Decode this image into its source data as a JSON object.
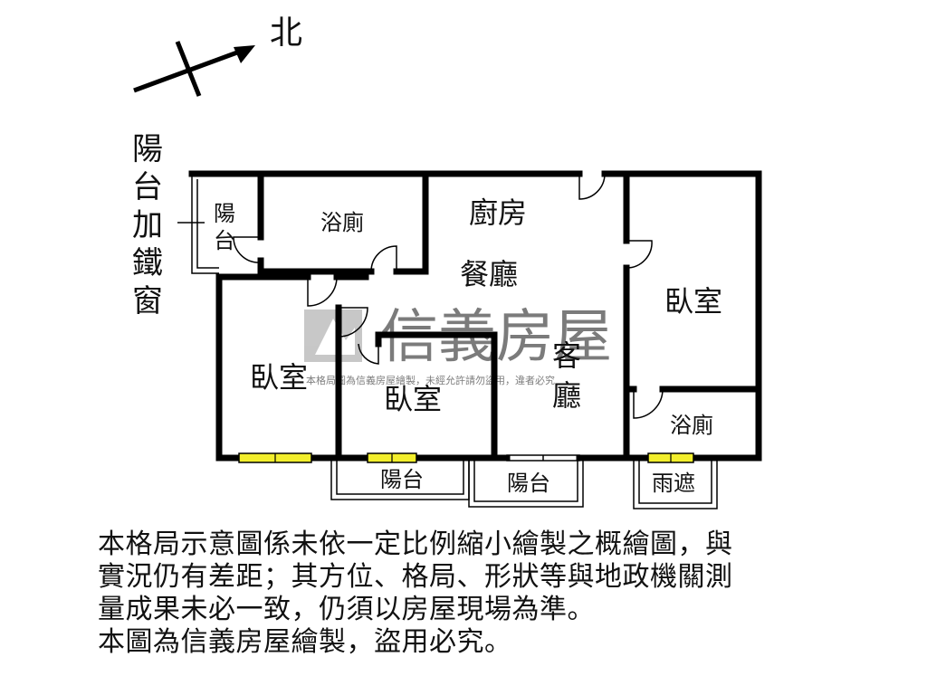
{
  "compass": {
    "north": "北"
  },
  "balcony_note": [
    "陽",
    "台",
    "加",
    "鐵",
    "窗"
  ],
  "rooms": {
    "balcony_left": [
      "陽",
      "台"
    ],
    "bath_top": "浴廁",
    "kitchen": "廚房",
    "dining": "餐廳",
    "bedroom_right": "臥室",
    "bedroom_left": "臥室",
    "bedroom_mid": "臥室",
    "living": [
      "客",
      "廳"
    ],
    "bath_right": "浴廁",
    "balcony_bottom_1": "陽台",
    "balcony_bottom_2": "陽台",
    "canopy": "雨遮"
  },
  "watermark": {
    "brand": "信義房屋",
    "notice": "本格局圖為信義房屋繪製，未經允許請勿盜用，違者必究"
  },
  "disclaimer": [
    "本格局示意圖係未依一定比例縮小繪製之概繪圖，與",
    "實況仍有差距；其方位、格局、形狀等與地政機關測",
    "量成果未必一致，仍須以房屋現場為準。",
    "本圖為信義房屋繪製，盜用必究。"
  ],
  "colors": {
    "wall": "#000000",
    "window": "#f2ee2c",
    "watermark": "#b8b8b8"
  }
}
